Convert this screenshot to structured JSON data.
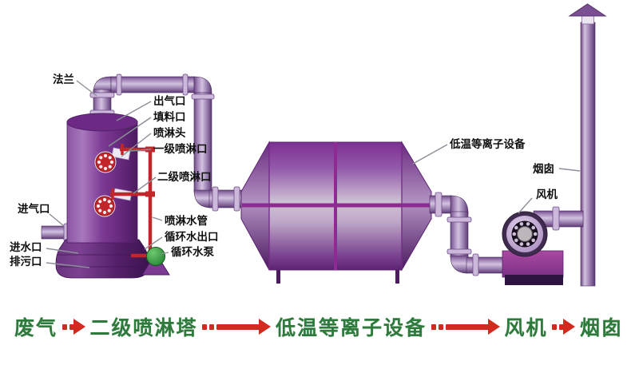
{
  "diagram": {
    "labels": {
      "flange": "法兰",
      "gas_outlet": "出气口",
      "filler_port": "填料口",
      "spray_head": "喷淋头",
      "spray_port_1": "一级喷淋口",
      "spray_port_2": "二级喷淋口",
      "gas_inlet": "进气口",
      "water_inlet": "进水口",
      "drain_port": "排污口",
      "spray_water_pipe": "喷淋水管",
      "circ_water_outlet": "循环水出口",
      "circ_water_pump": "循环水泵",
      "plasma_equipment": "低温等离子设备",
      "chimney": "烟囱",
      "fan": "风机"
    },
    "flow": {
      "steps": [
        "废气",
        "二级喷淋塔",
        "低温等离子设备",
        "风机",
        "烟囱"
      ]
    },
    "colors": {
      "flow_text_green": "#2e7a3c",
      "arrow_red": "#d02b1e",
      "equipment_purple": "#7c3a94",
      "pipe_lavender": "#cbb6da",
      "spray_pipe_red": "#c3262a",
      "pump_green": "#2f9e3f",
      "label_ink": "#101010"
    }
  }
}
